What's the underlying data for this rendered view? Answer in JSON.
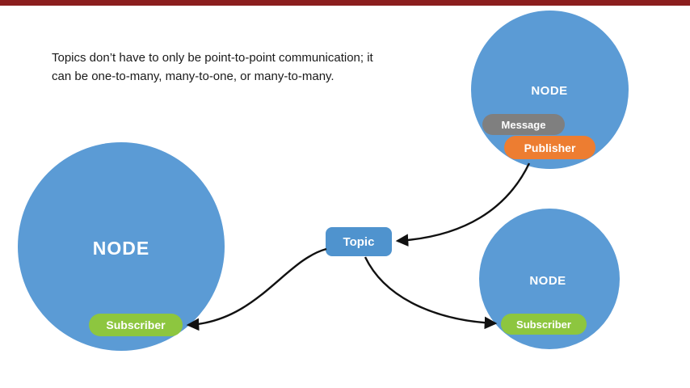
{
  "colors": {
    "top_bar": "#8b1e1e",
    "node_blue": "#5b9bd5",
    "topic_blue": "#4f93ce",
    "subscriber_green": "#8dc63f",
    "publisher_orange": "#ed7d31",
    "message_gray": "#7f7f7f",
    "arrow_black": "#111111"
  },
  "caption": {
    "text": "Topics don’t have to only be point-to-point communication; it\ncan be one-to-many, many-to-one, or many-to-many."
  },
  "left_node": {
    "label": "NODE",
    "subscriber_label": "Subscriber"
  },
  "top_right_node": {
    "label": "NODE",
    "message_label": "Message",
    "publisher_label": "Publisher"
  },
  "bottom_right_node": {
    "label": "NODE",
    "subscriber_label": "Subscriber"
  },
  "topic": {
    "label": "Topic"
  }
}
